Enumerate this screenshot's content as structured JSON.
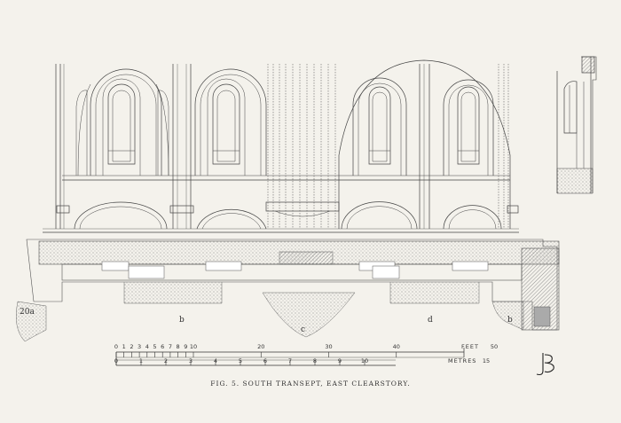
{
  "caption": "FIG. 5. SOUTH TRANSEPT, EAST CLEARSTORY.",
  "plan_labels": [
    "20a",
    "b",
    "c",
    "d",
    "b"
  ],
  "scale_bar": {
    "feet": {
      "unit_label": "FEET",
      "ticks": [
        "0",
        "1",
        "2",
        "3",
        "4",
        "5",
        "6",
        "7",
        "8",
        "9",
        "10",
        "20",
        "30",
        "40",
        "50"
      ]
    },
    "metres": {
      "unit_label": "METRES",
      "ticks": [
        "0",
        "1",
        "2",
        "3",
        "4",
        "5",
        "6",
        "7",
        "8",
        "9",
        "10",
        "15"
      ]
    }
  },
  "monogram": "JB"
}
